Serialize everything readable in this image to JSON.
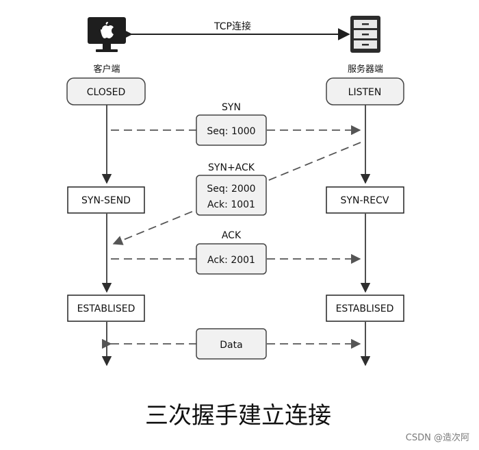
{
  "top": {
    "connection_label": "TCP连接",
    "client_label": "客户端",
    "server_label": "服务器端"
  },
  "states": {
    "client_closed": "CLOSED",
    "server_listen": "LISTEN",
    "client_syn_send": "SYN-SEND",
    "server_syn_recv": "SYN-RECV",
    "client_established": "ESTABLISED",
    "server_established": "ESTABLISED"
  },
  "messages": {
    "syn": {
      "name": "SYN",
      "lines": [
        "Seq: 1000"
      ]
    },
    "syn_ack": {
      "name": "SYN+ACK",
      "lines": [
        "Seq: 2000",
        "Ack: 1001"
      ]
    },
    "ack": {
      "name": "ACK",
      "lines": [
        "Ack: 2001"
      ]
    },
    "data": {
      "lines": [
        "Data"
      ]
    }
  },
  "caption": "三次握手建立连接",
  "watermark": "CSDN @造次阿",
  "icons": {
    "client": "apple-monitor-icon",
    "server": "server-rack-icon"
  },
  "colors": {
    "line": "#3b3b3b",
    "box_stroke": "#444444",
    "rounded_fill": "#f1f1f1",
    "dash": "#555555"
  }
}
